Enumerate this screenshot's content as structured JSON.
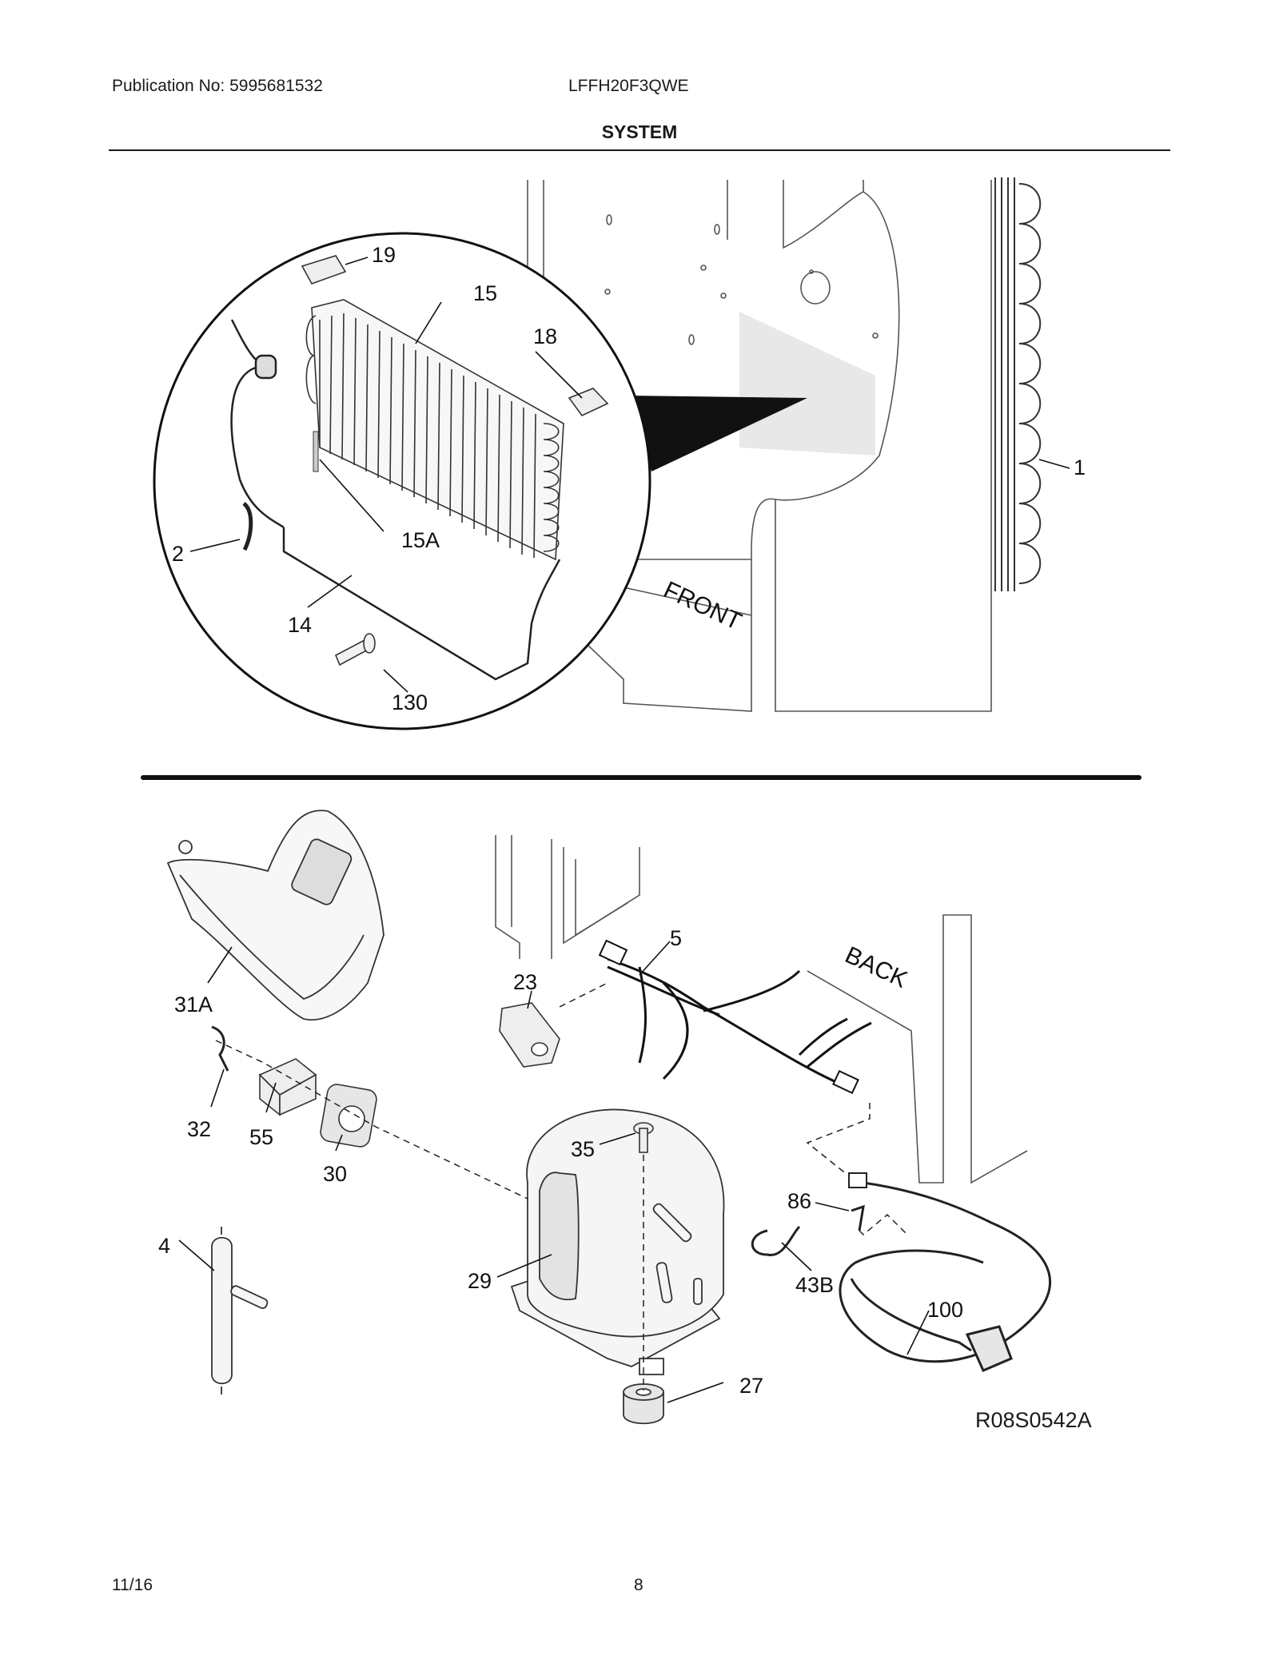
{
  "header": {
    "publication": "Publication No: 5995681532",
    "model": "LFFH20F3QWE",
    "title": "SYSTEM"
  },
  "footer": {
    "date": "11/16",
    "page": "8"
  },
  "diagram": {
    "reference": "R08S0542A",
    "top_labels": {
      "p19": "19",
      "p15": "15",
      "p18": "18",
      "p1": "1",
      "p2": "2",
      "p15a": "15A",
      "p14": "14",
      "p130": "130"
    },
    "cabinet_front": "FRONT",
    "cabinet_back": "BACK",
    "bottom_labels": {
      "p31a": "31A",
      "p5": "5",
      "p23": "23",
      "p32": "32",
      "p55": "55",
      "p30": "30",
      "p35": "35",
      "p86": "86",
      "p4": "4",
      "p29": "29",
      "p43b": "43B",
      "p100": "100",
      "p27": "27"
    }
  }
}
